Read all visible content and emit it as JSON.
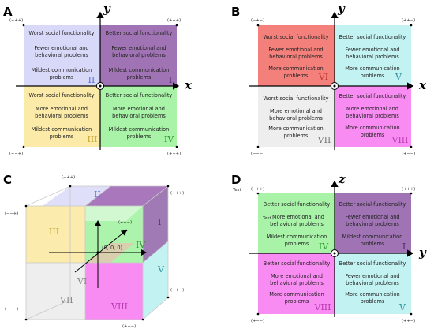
{
  "panels": {
    "A": {
      "label": "A",
      "axis_h": "x",
      "axis_v": "y",
      "corners": {
        "tl": "(−++)",
        "tr": "(+++)",
        "bl": "(−−+)",
        "br": "(+−+)"
      },
      "colors": {
        "tl": "#d8d8f8",
        "tr": "#a074b4",
        "bl": "#fbeaa8",
        "br": "#a8f3a8"
      },
      "quadrants": {
        "tl": {
          "lines": [
            "Worst social functionality",
            "Fewer emotional and",
            "behavioral problems",
            "Mildest communication",
            "problems"
          ],
          "roman": "II",
          "roman_color": "#5572d8"
        },
        "tr": {
          "lines": [
            "Better social functionality",
            "Fewer emotional and",
            "behavioral problems",
            "Mildest communication",
            "problems"
          ],
          "roman": "I",
          "roman_color": "#4a2a66"
        },
        "bl": {
          "lines": [
            "Worst social functionality",
            "More emotional and",
            "behavioral problems",
            "Mildest communication",
            "problems"
          ],
          "roman": "III",
          "roman_color": "#c8a632"
        },
        "br": {
          "lines": [
            "Better social functionality",
            "More emotional and",
            "behavioral problems",
            "Mildest communication",
            "problems"
          ],
          "roman": "IV",
          "roman_color": "#2e9a2e"
        }
      }
    },
    "B": {
      "label": "B",
      "axis_h": "x",
      "axis_v": "y",
      "corners": {
        "tl": "(−+−)",
        "tr": "(++−)",
        "bl": "(−−−)",
        "br": "(+−−)"
      },
      "colors": {
        "tl": "#f4807c",
        "tr": "#c2f2f2",
        "bl": "#eeeeee",
        "br": "#f88cf2"
      },
      "quadrants": {
        "tl": {
          "lines": [
            "Worst social functionality",
            "Fewer emotional and",
            "behavioral problems",
            "More communication",
            "problems"
          ],
          "roman": "VI",
          "roman_color": "#c0392b"
        },
        "tr": {
          "lines": [
            "Better social functionality",
            "Fewer emotional and",
            "behavioral problems",
            "More communication",
            "problems"
          ],
          "roman": "V",
          "roman_color": "#2e8f9a"
        },
        "bl": {
          "lines": [
            "Worst social functionality",
            "More emotional and",
            "behavioral problems",
            "More communication",
            "problems"
          ],
          "roman": "VII",
          "roman_color": "#777777"
        },
        "br": {
          "lines": [
            "Better social functionality",
            "More emotional and",
            "behavioral problems",
            "More communication",
            "problems"
          ],
          "roman": "VIII",
          "roman_color": "#b83ab2"
        }
      }
    },
    "C": {
      "label": "C",
      "corners": {
        "top_back": "(−++)",
        "top_right": "(+++)",
        "left": "(−−+)",
        "inner": "(++−)",
        "right_mid": "(++−)",
        "bottom_left": "(−−−)",
        "bottom_right": "(+−−)"
      },
      "origin": "(0, 0, 0)",
      "romans": {
        "I": "I",
        "II": "II",
        "III": "III",
        "IV": "IV",
        "V": "V",
        "VI": "VI",
        "VII": "VII",
        "VIII": "VIII"
      }
    },
    "D": {
      "label": "D",
      "axis_h": "y",
      "axis_v": "z",
      "top_left_note": "Text",
      "inline_note": "Text",
      "corners": {
        "tl": "(−++)",
        "tr": "(+++)",
        "bl": "(+−−)",
        "br": "(++−)"
      },
      "colors": {
        "tl": "#a8f3a8",
        "tr": "#a074b4",
        "bl": "#f88cf2",
        "br": "#c2f2f2"
      },
      "quadrants": {
        "tl": {
          "lines": [
            "Better social functionality",
            "More emotional and",
            "behavioral problems",
            "Mildest communication",
            "problems"
          ],
          "roman": "IV",
          "roman_color": "#2e9a2e"
        },
        "tr": {
          "lines": [
            "Better social functionality",
            "Fewer emotional and",
            "behavioral problems",
            "Mildest communication",
            "problems"
          ],
          "roman": "I",
          "roman_color": "#4a2a66"
        },
        "bl": {
          "lines": [
            "Better social functionality",
            "More emotional and",
            "behavioral problems",
            "More communication",
            "problems"
          ],
          "roman": "VIII",
          "roman_color": "#b83ab2"
        },
        "br": {
          "lines": [
            "Better social functionality",
            "Fewer emotional and",
            "behavioral problems",
            "More communication",
            "problems"
          ],
          "roman": "V",
          "roman_color": "#2e8f9a"
        }
      }
    }
  }
}
